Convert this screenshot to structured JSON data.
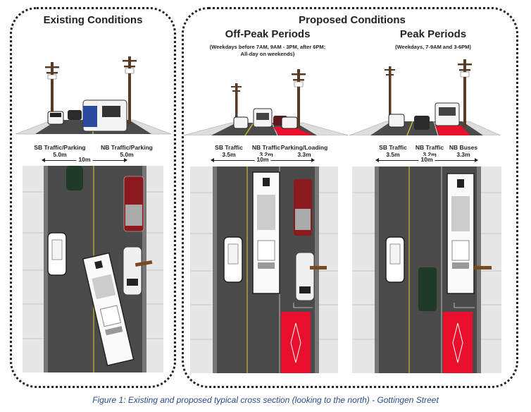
{
  "figure": {
    "caption": "Figure 1: Existing and proposed typical cross section (looking to the north) - Gottingen Street"
  },
  "existing": {
    "title": "Existing Conditions",
    "lanes": [
      {
        "name": "SB Traffic/Parking",
        "width": "5.0m"
      },
      {
        "name": "NB Traffic/Parking",
        "width": "5.0m"
      }
    ],
    "total_width": "10m"
  },
  "proposed": {
    "title": "Proposed Conditions",
    "off_peak": {
      "title": "Off-Peak Periods",
      "subtitle_line1": "(Weekdays before 7AM, 9AM - 3PM, after 6PM;",
      "subtitle_line2": "All-day on weekends)",
      "lanes": [
        {
          "name": "SB Traffic",
          "width": "3.5m"
        },
        {
          "name": "NB Traffic",
          "width": "3.2m"
        },
        {
          "name": "Parking/Loading",
          "width": "3.3m"
        }
      ],
      "total_width": "10m"
    },
    "peak": {
      "title": "Peak Periods",
      "subtitle": "(Weekdays, 7-9AM and 3-6PM)",
      "lanes": [
        {
          "name": "SB Traffic",
          "width": "3.5m"
        },
        {
          "name": "NB Traffic",
          "width": "3.2m"
        },
        {
          "name": "NB Buses",
          "width": "3.3m"
        }
      ],
      "total_width": "10m"
    }
  },
  "colors": {
    "asphalt": "#4a4a4a",
    "sidewalk": "#e4e4e4",
    "centerline": "#c8b832",
    "bus_lane": "#e8102a",
    "pole": "#5a3a22",
    "caption": "#2a4a8c"
  }
}
